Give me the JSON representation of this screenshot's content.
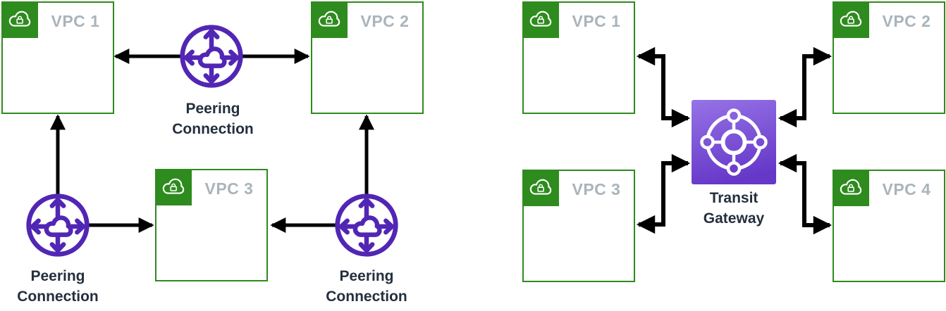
{
  "left_diagram": {
    "vpcs": [
      {
        "label": "VPC 1"
      },
      {
        "label": "VPC 2"
      },
      {
        "label": "VPC 3"
      }
    ],
    "peering_connections": [
      {
        "label": "Peering Connection"
      },
      {
        "label": "Peering Connection"
      },
      {
        "label": "Peering Connection"
      }
    ]
  },
  "right_diagram": {
    "vpcs": [
      {
        "label": "VPC 1"
      },
      {
        "label": "VPC 2"
      },
      {
        "label": "VPC 3"
      },
      {
        "label": "VPC 4"
      }
    ],
    "transit_gateway": {
      "label": "Transit Gateway"
    }
  },
  "icons": {
    "vpc_badge": "cloud-with-lock-icon",
    "peering": "vpc-peering-connection-icon",
    "transit_gateway": "transit-gateway-icon"
  },
  "colors": {
    "vpc_green": "#2e8b1e",
    "vpc_label_gray": "#a9b4bb",
    "peering_purple": "#5226b4",
    "arrow_black": "#000000",
    "caption_navy": "#232f3e",
    "tgw_gradient_light": "#9572e6",
    "tgw_gradient_dark": "#6638c8"
  }
}
